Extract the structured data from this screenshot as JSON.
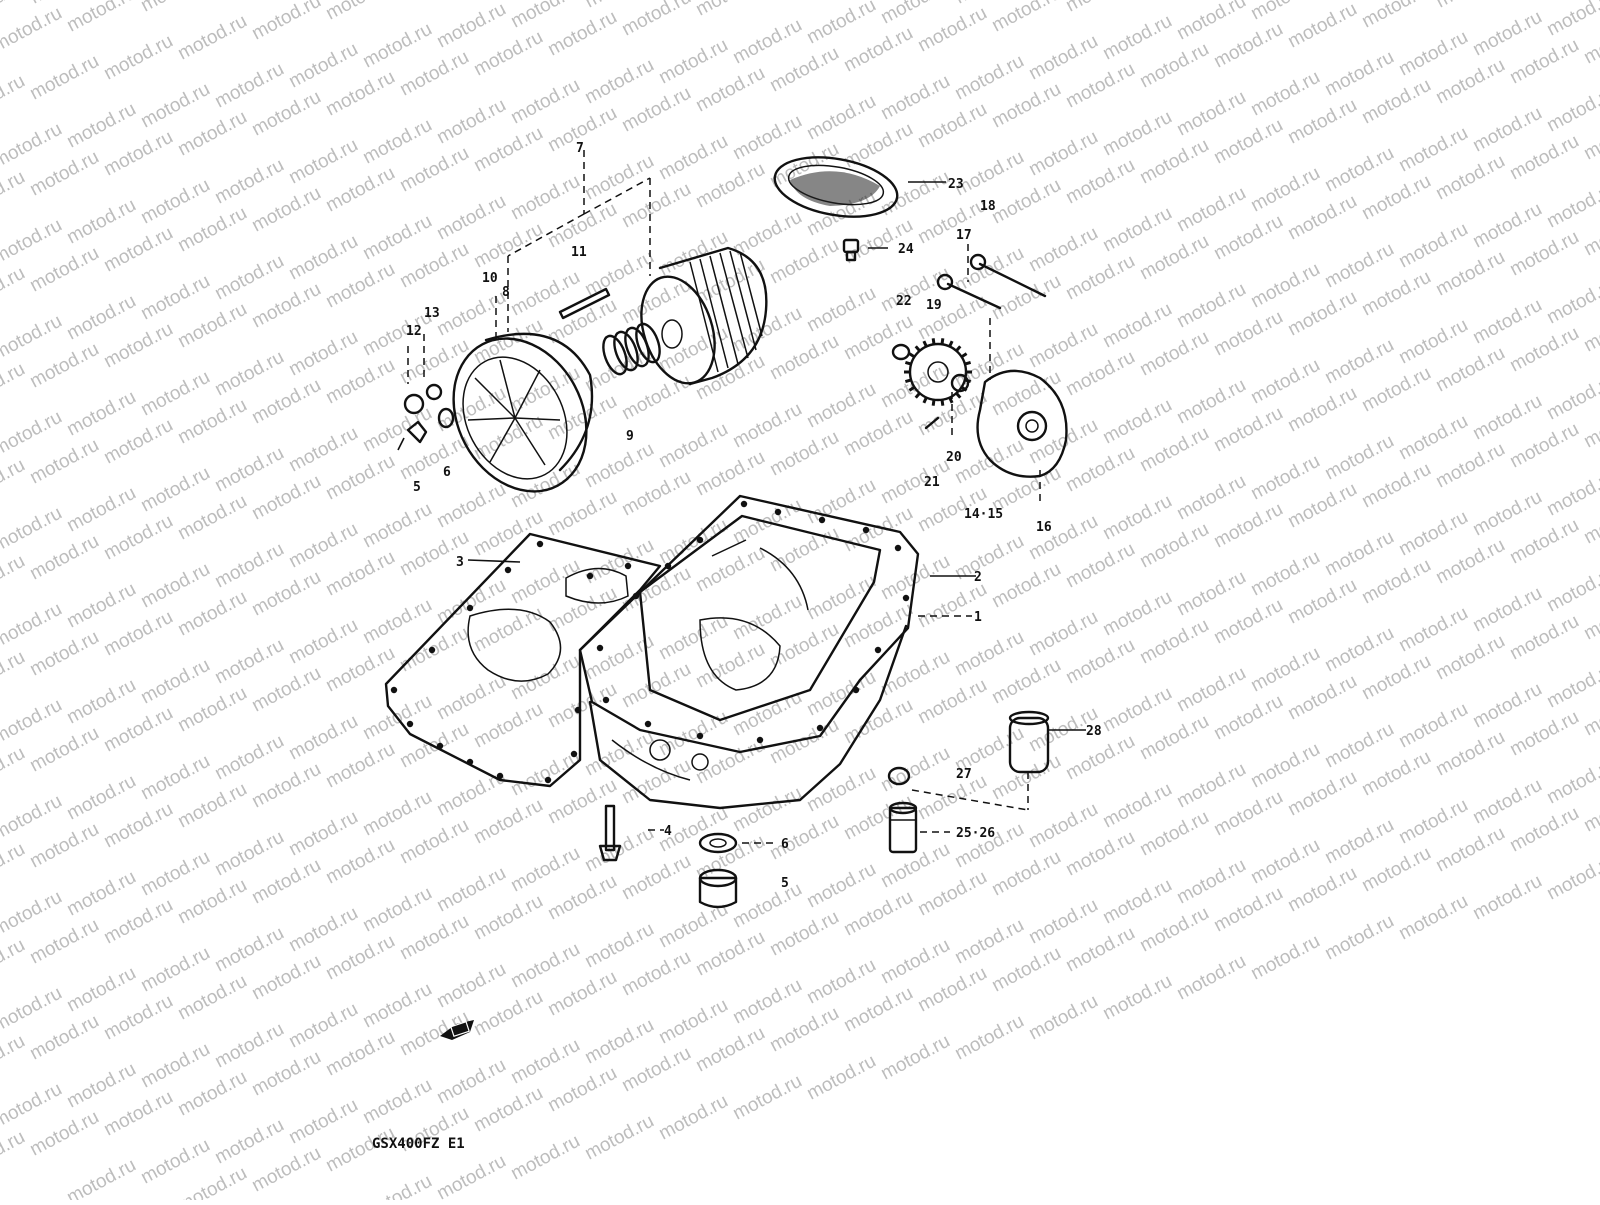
{
  "diagram": {
    "watermark": "motod.ru",
    "model_code": "GSX400FZ E1",
    "callouts": [
      "1",
      "2",
      "3",
      "4",
      "5",
      "5",
      "6",
      "6",
      "7",
      "8",
      "9",
      "10",
      "11",
      "12",
      "13",
      "14·15",
      "16",
      "17",
      "18",
      "19",
      "20",
      "21",
      "22",
      "23",
      "24",
      "25·26",
      "27",
      "28"
    ]
  }
}
